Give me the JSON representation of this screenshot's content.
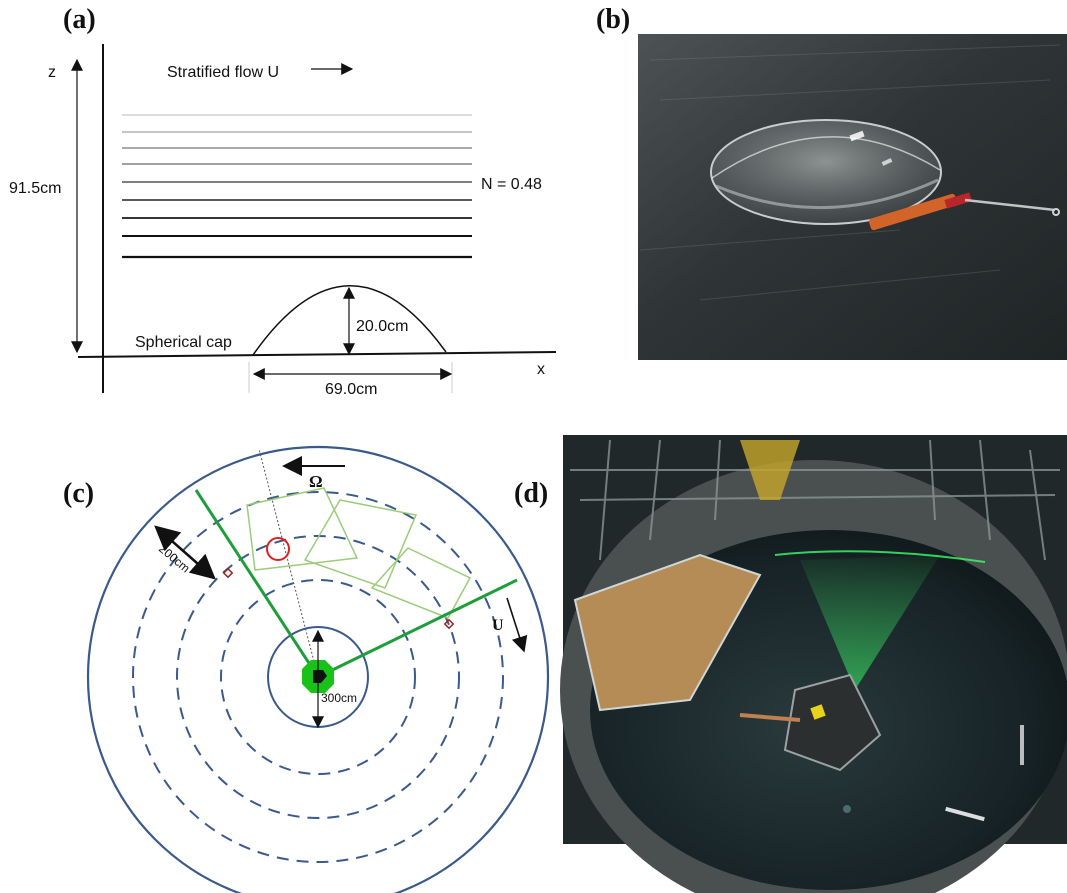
{
  "panels": {
    "a": {
      "letter": "(a)",
      "flow_label": "Stratified flow U",
      "z_label": "z",
      "x_label": "x",
      "height_label": "91.5cm",
      "n_label": "N = 0.48",
      "cap_label": "Spherical cap",
      "cap_height_label": "20.0cm",
      "cap_width_label": "69.0cm"
    },
    "b": {
      "letter": "(b)"
    },
    "c": {
      "letter": "(c)",
      "omega_label": "Ω",
      "u_label": "U",
      "dist_200_label": "200cm",
      "dist_300_label": "300cm"
    },
    "d": {
      "letter": "(d)"
    }
  },
  "colors": {
    "tank_blue": "#3a5a8c",
    "arm_green": "#1e9e3a",
    "frame_green": "#9ccc7a",
    "marker_red": "#e02020",
    "hub_green": "#19c219"
  }
}
